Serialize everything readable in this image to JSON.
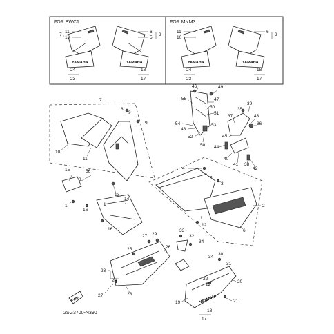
{
  "header": {
    "bwc_label": "FOR BWC1",
    "mnm_label": "FOR MNM3"
  },
  "inset_bwc": {
    "left_nums": [
      "7",
      "11",
      "10"
    ],
    "right_nums": [
      "6",
      "5",
      "2"
    ],
    "bottom_left": [
      "24",
      "23"
    ],
    "bottom_right": [
      "18",
      "17"
    ],
    "brand_left": "YAMAHA",
    "brand_right": "YAMAHA"
  },
  "inset_mnm": {
    "left_nums": [
      "11",
      "10"
    ],
    "right_nums": [
      "6",
      "2"
    ],
    "bottom_left": [
      "24",
      "23"
    ],
    "bottom_right": [
      "18",
      "17"
    ],
    "brand_left": "YAMAHA",
    "brand_right": "YAMAHA"
  },
  "callouts": {
    "n7": "7",
    "n8": "8",
    "n9a": "9",
    "n9b": "9",
    "n10": "10",
    "n11": "11",
    "n46": "46",
    "n49": "49",
    "n55": "55",
    "n47": "47",
    "n50a": "50",
    "n51": "51",
    "n53": "53",
    "n54": "54",
    "n48": "48",
    "n52": "52",
    "n50b": "50",
    "n39": "39",
    "n35": "35",
    "n43": "43",
    "n37": "37",
    "n36": "36",
    "n45": "45",
    "n44": "44",
    "n40": "40",
    "n41": "41",
    "n38": "38",
    "n42": "42",
    "n15": "15",
    "n56": "56",
    "n3a": "3",
    "n4": "4",
    "n5": "5",
    "n3b": "3",
    "n1a": "1",
    "n16a": "16",
    "n13": "13",
    "n14": "14",
    "n1b": "1",
    "n2": "2",
    "n6": "6",
    "n1c": "1",
    "n12": "12",
    "n16b": "16",
    "n33": "33",
    "n32": "32",
    "n34a": "34",
    "n27a": "27",
    "n29": "29",
    "n25": "25",
    "n26": "26",
    "n23": "23",
    "n24": "24",
    "n27b": "27",
    "n28": "28",
    "n34b": "34",
    "n30": "30",
    "n31": "31",
    "n22a": "22",
    "n22b": "22",
    "n20": "20",
    "n19": "19",
    "n18": "18",
    "n17": "17",
    "n21": "21"
  },
  "footer": {
    "fwd_label": "FWD",
    "catalog_code": "2SG3700-N390"
  },
  "brand_text": "YAMAHA"
}
